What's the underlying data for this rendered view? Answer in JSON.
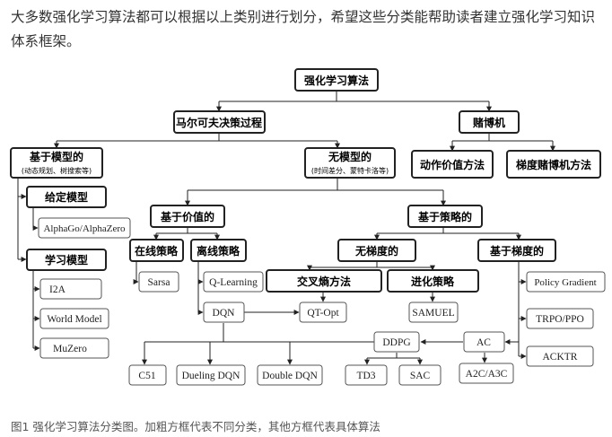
{
  "intro": "大多数强化学习算法都可以根据以上类别进行划分，希望这些分类能帮助读者建立强化学习知识体系框架。",
  "caption": "图1 强化学习算法分类图。加粗方框代表不同分类，其他方框代表具体算法",
  "nodes": {
    "root": "强化学习算法",
    "mdp": "马尔可夫决策过程",
    "bandit": "赌博机",
    "model_based": "基于模型的",
    "model_based_sub": "(动态规划、树搜索等)",
    "model_free": "无模型的",
    "model_free_sub": "(时间差分、蒙特卡洛等)",
    "action_value": "动作价值方法",
    "gradient_bandit": "梯度赌博机方法",
    "given_model": "给定模型",
    "alphago": "AlphaGo/AlphaZero",
    "learn_model": "学习模型",
    "i2a": "I2A",
    "world_model": "World Model",
    "muzero": "MuZero",
    "value_based": "基于价值的",
    "policy_based": "基于策略的",
    "on_policy": "在线策略",
    "off_policy": "离线策略",
    "sarsa": "Sarsa",
    "qlearning": "Q-Learning",
    "dqn": "DQN",
    "gradient_free": "无梯度的",
    "gradient_based": "基于梯度的",
    "cross_entropy": "交叉熵方法",
    "evolution": "进化策略",
    "qtopt": "QT-Opt",
    "samuel": "SAMUEL",
    "policy_gradient": "Policy Gradient",
    "trpo": "TRPO/PPO",
    "acktr": "ACKTR",
    "ddpg": "DDPG",
    "ac": "AC",
    "c51": "C51",
    "dueling": "Dueling DQN",
    "double": "Double DQN",
    "td3": "TD3",
    "sac": "SAC",
    "a2c": "A2C/A3C"
  }
}
